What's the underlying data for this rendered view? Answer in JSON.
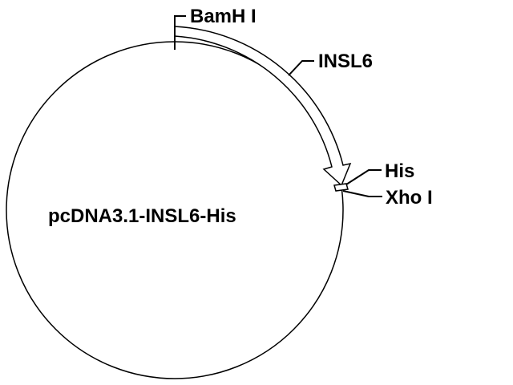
{
  "plasmid": {
    "name": "pcDNA3.1-INSL6-His"
  },
  "features": {
    "bamhi": "BamH I",
    "insert": "INSL6",
    "his": "His",
    "xhoi": "Xho I"
  },
  "colors": {
    "stroke": "#000000",
    "background": "#ffffff"
  }
}
